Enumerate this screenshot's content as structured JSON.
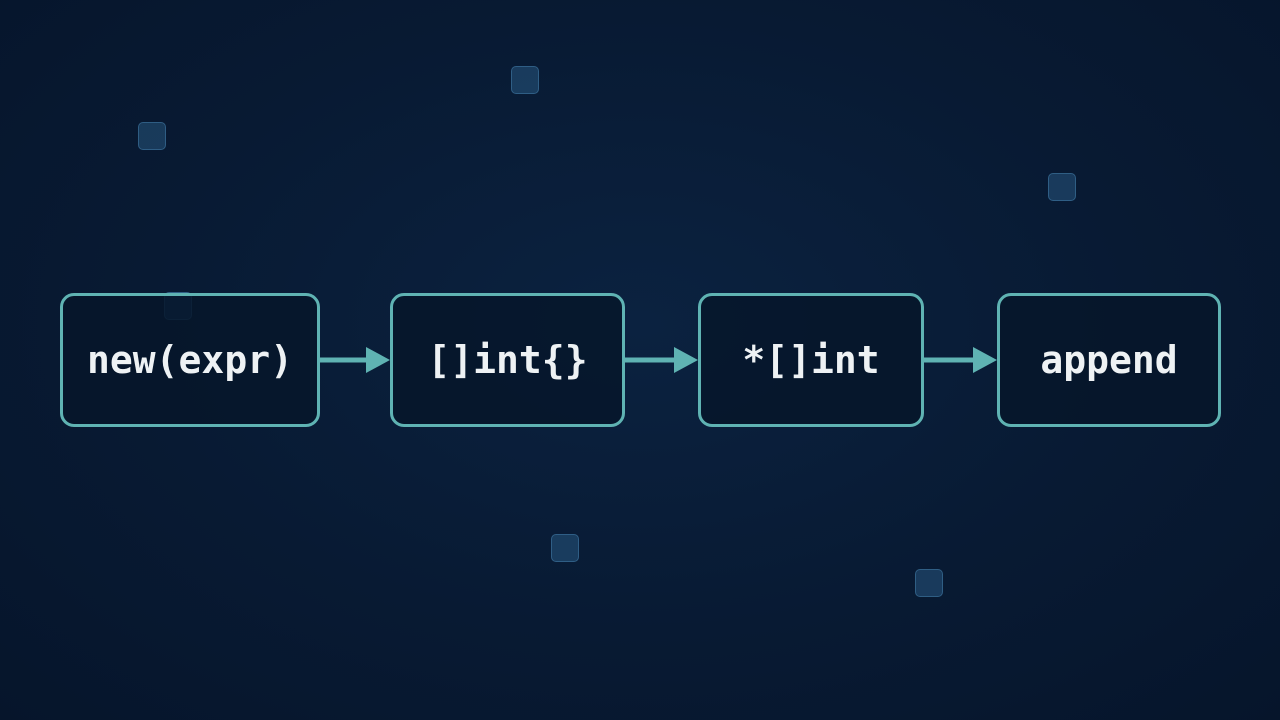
{
  "diagram": {
    "nodes": [
      {
        "id": "node-1",
        "label": "new(expr)"
      },
      {
        "id": "node-2",
        "label": "[]int{}"
      },
      {
        "id": "node-3",
        "label": "*[]int"
      },
      {
        "id": "node-4",
        "label": "append"
      }
    ],
    "edges": [
      {
        "from": "node-1",
        "to": "node-2"
      },
      {
        "from": "node-2",
        "to": "node-3"
      },
      {
        "from": "node-3",
        "to": "node-4"
      }
    ],
    "colors": {
      "background": "#081a33",
      "node_border": "#5fb3b3",
      "arrow": "#5fb3b3",
      "label": "#eef2f4"
    }
  }
}
